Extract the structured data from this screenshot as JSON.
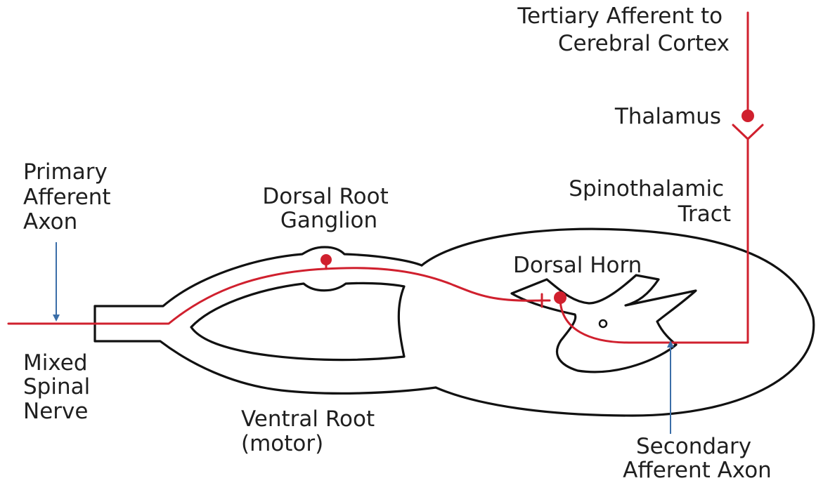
{
  "colors": {
    "axon": "#d0202e",
    "pointer": "#3b6ea8",
    "outline": "#111111",
    "text": "#1f1f1f"
  },
  "labels": {
    "tertiary": [
      "Tertiary Afferent to",
      "Cerebral Cortex"
    ],
    "thalamus": "Thalamus",
    "primary": [
      "Primary",
      "Afferent",
      "Axon"
    ],
    "drg": [
      "Dorsal Root",
      "Ganglion"
    ],
    "spinothalamic": [
      "Spinothalamic",
      "Tract"
    ],
    "dorsal_horn": "Dorsal Horn",
    "mixed": [
      "Mixed",
      "Spinal",
      "Nerve"
    ],
    "ventral": [
      "Ventral Root",
      "(motor)"
    ],
    "secondary": [
      "Secondary",
      "Afferent Axon"
    ]
  }
}
